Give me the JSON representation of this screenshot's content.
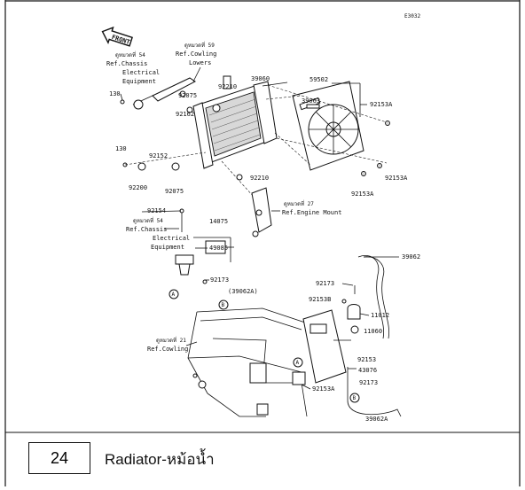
{
  "diagram": {
    "code": "E3032",
    "front_label": "FRONT",
    "callouts": {
      "ref_cowling_lowers": [
        "ดูหมวดที่ 59",
        "Ref.Cowling",
        "Lowers"
      ],
      "ref_chassis_top": [
        "ดูหมวดที่ 54",
        "Ref.Chassis",
        "Electrical",
        "Equipment"
      ],
      "ref_chassis_mid": [
        "ดูหมวดที่ 54",
        "Ref.Chassis",
        "Electrical",
        "Equipment"
      ],
      "ref_engine_mount": [
        "ดูหมวดที่ 27",
        "Ref.Engine Mount"
      ],
      "ref_cowling": [
        "ดูหมวดที่ 21",
        "Ref.Cowling"
      ]
    },
    "parts": {
      "p130a": "130",
      "p92075a": "92075",
      "p92162": "92162",
      "p92210a": "92210",
      "p39060": "39060",
      "p59502": "59502",
      "p39063": "39063",
      "p92153a_top": "92153A",
      "p92153a_mid": "92153A",
      "p92153a_bot": "92153A",
      "p130b": "130",
      "p92152": "92152",
      "p92200": "92200",
      "p92075b": "92075",
      "p92210b": "92210",
      "p92154": "92154",
      "p14075": "14075",
      "p49085": "49085",
      "p92173a": "92173",
      "p39062a_paren": "(39062A)",
      "p39062": "39062",
      "p92173b": "92173",
      "p92153b": "92153B",
      "p11012": "11012",
      "p11060": "11060",
      "p92153": "92153",
      "p43076": "43076",
      "p92153a_low": "92153A",
      "p92173c": "92173",
      "p39062a": "39062A"
    },
    "markers": {
      "a": "A",
      "b": "B"
    }
  },
  "footer": {
    "page_number": "24",
    "title": "Radiator-หม้อน้ำ"
  }
}
